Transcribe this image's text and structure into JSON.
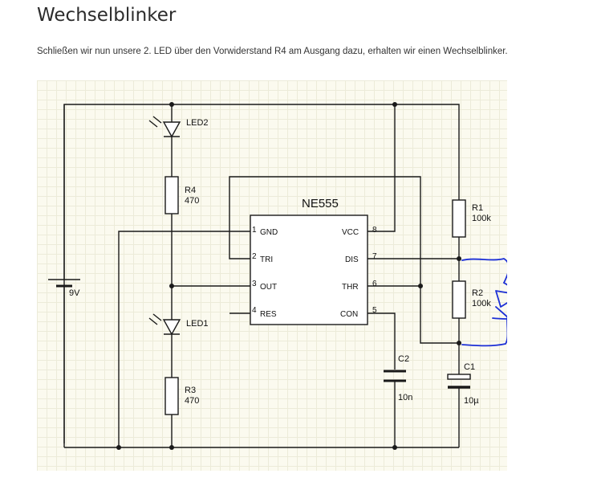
{
  "heading": "Wechselblinker",
  "intro": "Schließen wir nun unsere 2. LED über den Vorwiderstand R4 am Ausgang dazu, erhalten wir einen Wechselblinker.",
  "schematic": {
    "chip": {
      "name": "NE555",
      "pins_left": [
        {
          "num": "1",
          "name": "GND"
        },
        {
          "num": "2",
          "name": "TRI"
        },
        {
          "num": "3",
          "name": "OUT"
        },
        {
          "num": "4",
          "name": "RES"
        }
      ],
      "pins_right": [
        {
          "num": "8",
          "name": "VCC"
        },
        {
          "num": "7",
          "name": "DIS"
        },
        {
          "num": "6",
          "name": "THR"
        },
        {
          "num": "5",
          "name": "CON"
        }
      ]
    },
    "components": {
      "led2": "LED2",
      "led1": "LED1",
      "r4": {
        "name": "R4",
        "value": "470"
      },
      "r3": {
        "name": "R3",
        "value": "470"
      },
      "r1": {
        "name": "R1",
        "value": "100k"
      },
      "r2": {
        "name": "R2",
        "value": "100k"
      },
      "c1": {
        "name": "C1",
        "value": "10µ"
      },
      "c2": {
        "name": "C2",
        "value": "10n"
      },
      "battery": "9V"
    },
    "annotation_color": "#1c2fd6"
  }
}
